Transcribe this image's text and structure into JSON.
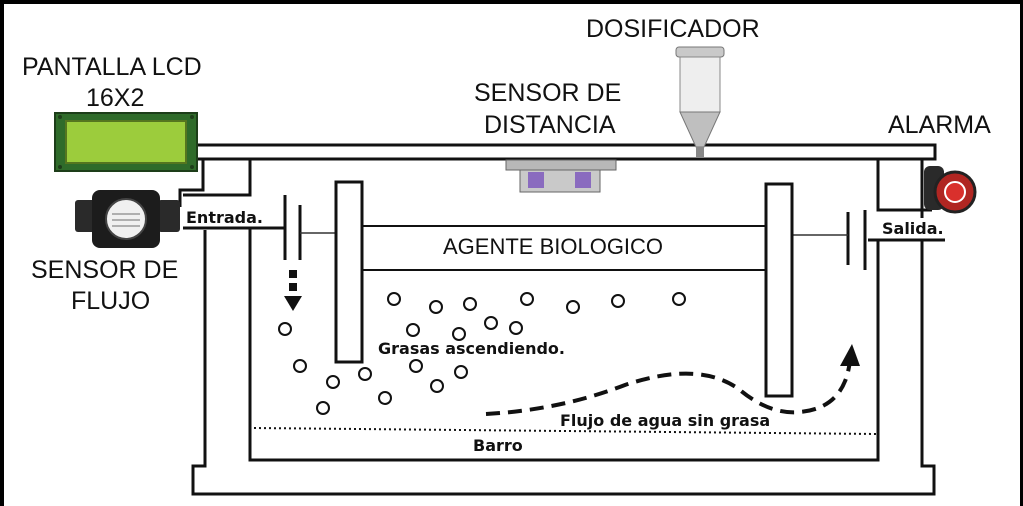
{
  "labels": {
    "dosificador": "DOSIFICADOR",
    "pantalla_line1": "PANTALLA LCD",
    "pantalla_line2": "16X2",
    "sensor_distancia_line1": "SENSOR DE",
    "sensor_distancia_line2": "DISTANCIA",
    "alarma": "ALARMA",
    "sensor_flujo_line1": "SENSOR DE",
    "sensor_flujo_line2": "FLUJO",
    "entrada": "Entrada.",
    "salida": "Salida.",
    "agente": "AGENTE BIOLOGICO",
    "grasas": "Grasas ascendiendo.",
    "flujo_agua": "Flujo de agua sin grasa",
    "barro": "Barro"
  },
  "colors": {
    "lcd_green": "#9ccc3c",
    "lcd_pcb": "#2f6b2a",
    "alarm_red": "#d9302c",
    "line": "#111111"
  }
}
